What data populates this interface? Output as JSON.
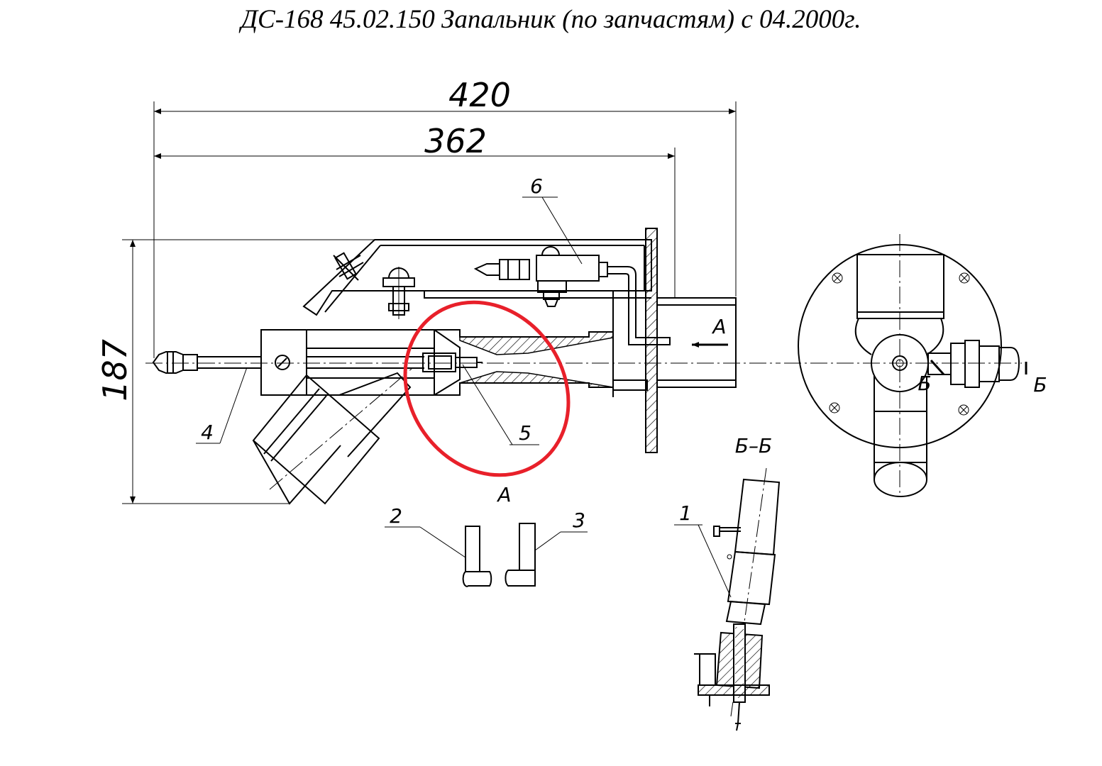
{
  "title": "ДС-168 45.02.150 Запальник (по запчастям) с 04.2000г.",
  "dimensions": {
    "overall_length": "420",
    "body_length": "362",
    "height": "187"
  },
  "callouts": {
    "p1": "1",
    "p2": "2",
    "p3": "3",
    "p4": "4",
    "p5": "5",
    "p6": "6"
  },
  "views": {
    "view_a_arrow": "A",
    "view_a_title": "A",
    "section_mark_left": "Б",
    "section_mark_right": "Б",
    "section_title": "Б–Б"
  },
  "highlight_color": "#e8202a"
}
